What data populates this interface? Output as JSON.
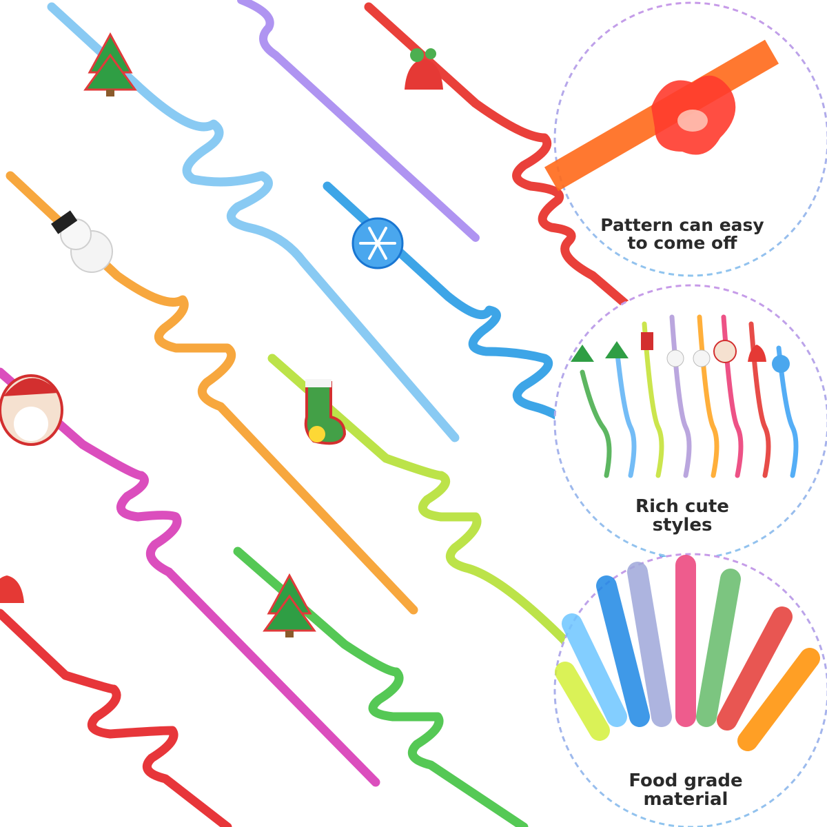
{
  "colors": {
    "background": "#ffffff",
    "callout_dash_purple": "#c79ae8",
    "callout_dash_blue": "#8fc4ee",
    "straws": [
      "#7fc6f2",
      "#a98cf0",
      "#e8302a",
      "#f7a02e",
      "#2d9ee6",
      "#d940b8",
      "#b7e13a",
      "#e6262a",
      "#47c447"
    ]
  },
  "charms": [
    "christmas-tree",
    "bell",
    "snowman",
    "snowflake",
    "santa",
    "stocking",
    "christmas-tree"
  ],
  "callouts": [
    {
      "lines": [
        "Pattern can easy",
        "to come off"
      ]
    },
    {
      "lines": [
        "Rich cute",
        "styles"
      ]
    },
    {
      "lines": [
        "Food grade",
        "material"
      ]
    }
  ]
}
